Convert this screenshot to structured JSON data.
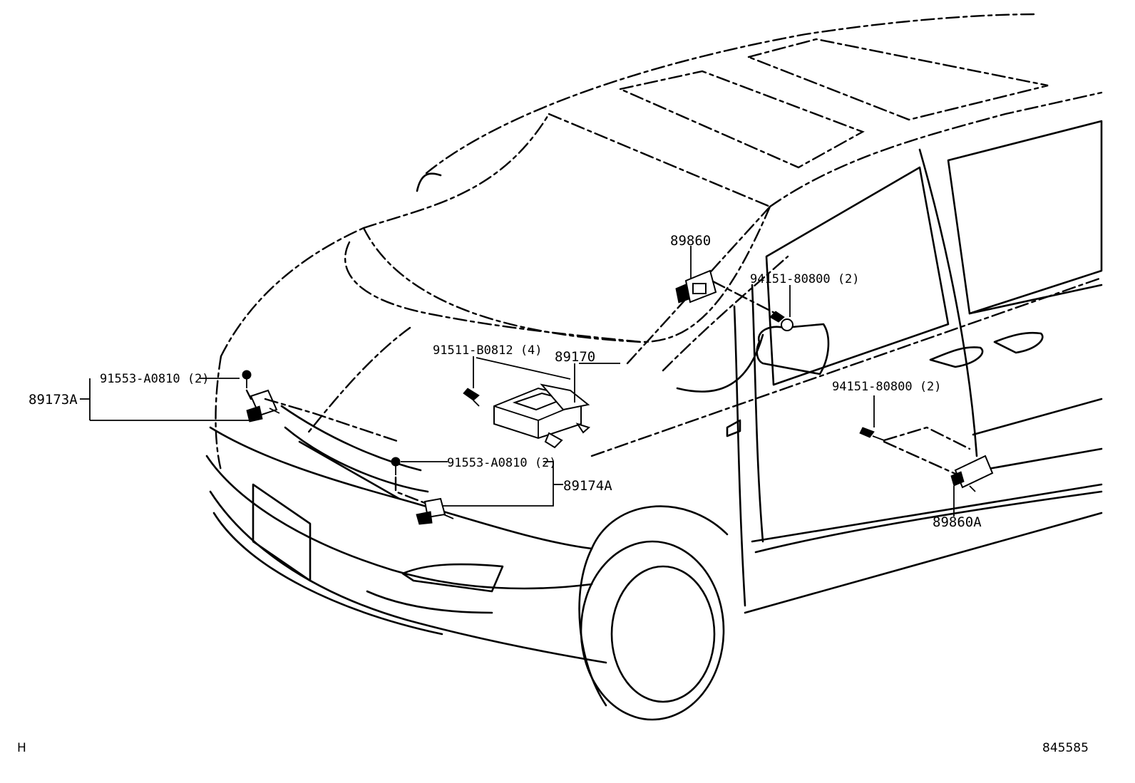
{
  "labels": {
    "p89860": "89860",
    "p94151_upper": "94151-80800 (2)",
    "p91511": "91511-B0812 (4)",
    "p89170": "89170",
    "p91553_left": "91553-A0810 (2)",
    "p89173A": "89173A",
    "p91553_right": "91553-A0810 (2)",
    "p89174A": "89174A",
    "p94151_lower": "94151-80800 (2)",
    "p89860A": "89860A"
  },
  "footer": {
    "left_code": "H",
    "right_code": "845585"
  }
}
